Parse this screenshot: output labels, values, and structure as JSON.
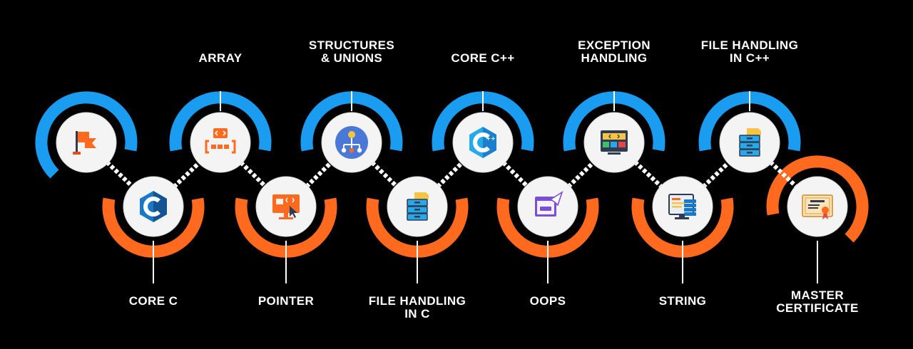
{
  "colors": {
    "background": "#000000",
    "top_arc": "#1a9cf0",
    "bottom_arc": "#ff6a1f",
    "node_fill": "#f4f4f4",
    "connector": "#ffffff",
    "label": "#ffffff"
  },
  "steps": [
    {
      "label": "",
      "icon": "flag-icon",
      "row": "top"
    },
    {
      "label": "CORE C",
      "icon": "c-language-logo-icon",
      "row": "bottom"
    },
    {
      "label": "ARRAY",
      "icon": "array-brackets-icon",
      "row": "top"
    },
    {
      "label": "POINTER",
      "icon": "pointer-monitor-icon",
      "row": "bottom"
    },
    {
      "label": "STRUCTURES\n& UNIONS",
      "icon": "hierarchy-structure-icon",
      "row": "top"
    },
    {
      "label": "FILE HANDLING\nIN C",
      "icon": "file-cabinet-icon",
      "row": "bottom"
    },
    {
      "label": "CORE C++",
      "icon": "cpp-logo-icon",
      "row": "top"
    },
    {
      "label": "OOPS",
      "icon": "code-paper-plane-icon",
      "row": "bottom"
    },
    {
      "label": "EXCEPTION\nHANDLING",
      "icon": "code-error-window-icon",
      "row": "top"
    },
    {
      "label": "STRING",
      "icon": "code-server-screen-icon",
      "row": "bottom"
    },
    {
      "label": "FILE HANDLING\nIN C++",
      "icon": "file-cabinet-icon",
      "row": "top"
    },
    {
      "label": "MASTER\nCERTIFICATE",
      "icon": "certificate-icon",
      "row": "bottom"
    }
  ]
}
